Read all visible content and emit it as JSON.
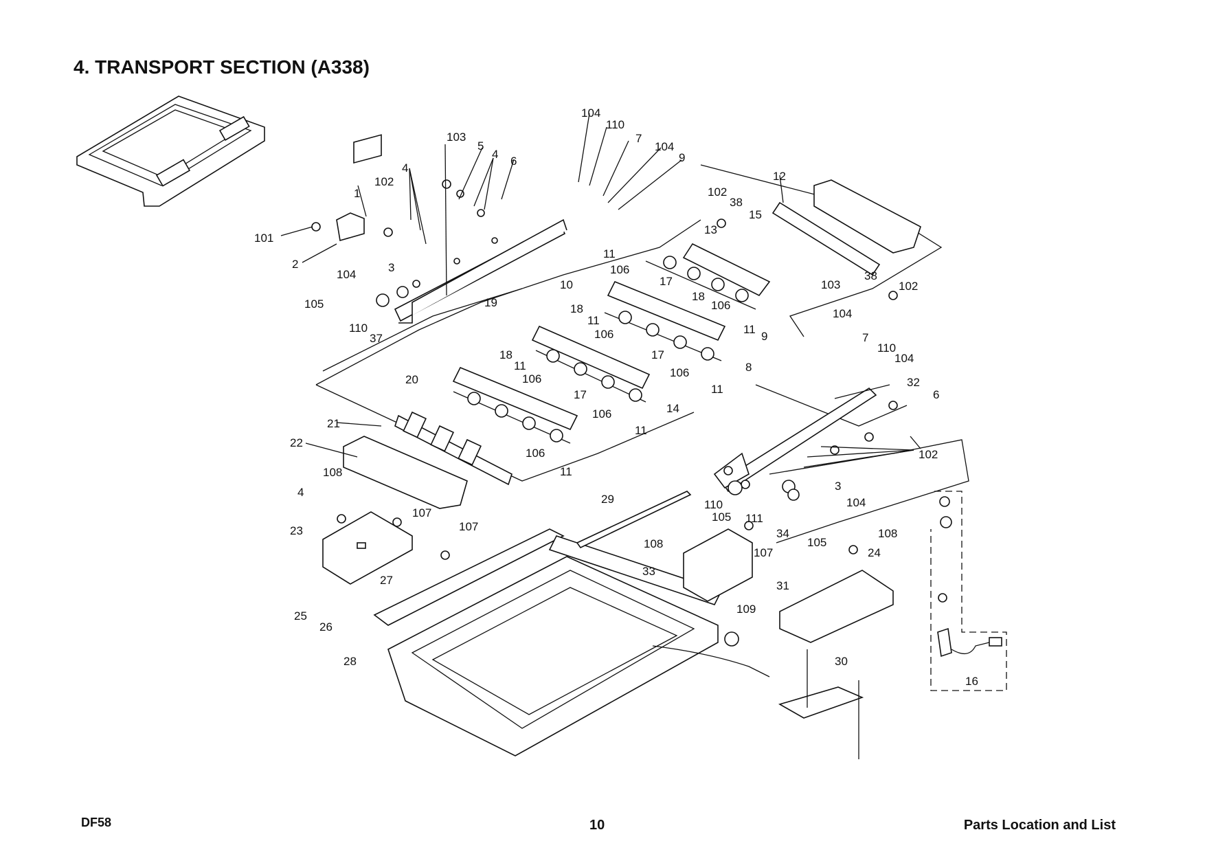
{
  "page": {
    "title": "4. TRANSPORT SECTION (A338)",
    "footer_left": "DF58",
    "footer_center": "10",
    "footer_right": "Parts Location and List"
  },
  "callouts": [
    "104",
    "110",
    "7",
    "104",
    "9",
    "103",
    "5",
    "4",
    "6",
    "102",
    "4",
    "1",
    "101",
    "2",
    "104",
    "3",
    "105",
    "110",
    "37",
    "19",
    "10",
    "102",
    "38",
    "15",
    "12",
    "13",
    "11",
    "106",
    "17",
    "18",
    "38",
    "103",
    "102",
    "106",
    "11",
    "9",
    "104",
    "18",
    "11",
    "106",
    "17",
    "106",
    "11",
    "7",
    "110",
    "104",
    "8",
    "18",
    "11",
    "106",
    "20",
    "21",
    "17",
    "106",
    "11",
    "32",
    "6",
    "14",
    "102",
    "106",
    "11",
    "22",
    "108",
    "4",
    "107",
    "107",
    "23",
    "27",
    "25",
    "26",
    "28",
    "29",
    "3",
    "104",
    "110",
    "105",
    "111",
    "34",
    "105",
    "108",
    "107",
    "33",
    "109",
    "108",
    "24",
    "31",
    "30",
    "16"
  ]
}
